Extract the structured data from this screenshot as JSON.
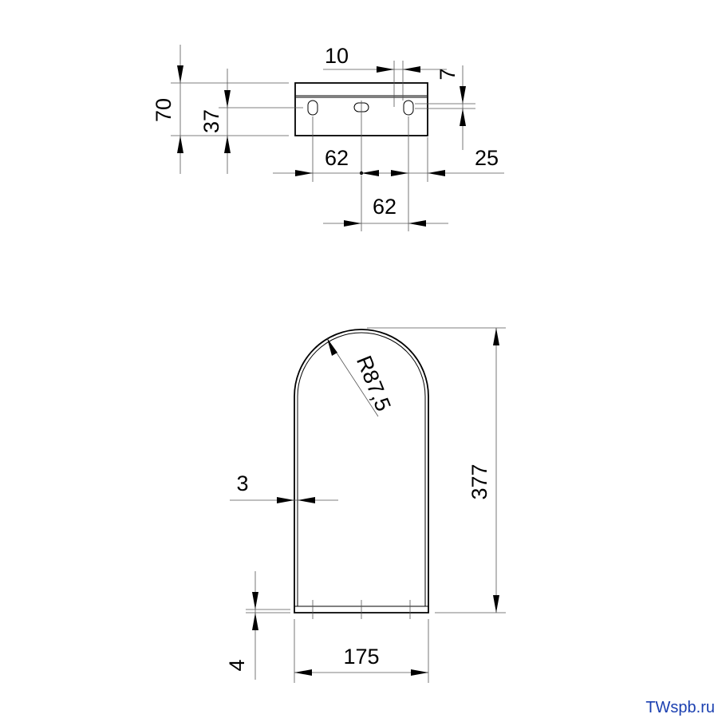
{
  "top_view": {
    "dims": {
      "d10": "10",
      "d7": "7",
      "d70": "70",
      "d37": "37",
      "d62_left": "62",
      "d25": "25",
      "d62_bottom": "62"
    }
  },
  "front_view": {
    "dims": {
      "radius": "R87,5",
      "d3": "3",
      "d377": "377",
      "d4": "4",
      "d175": "175"
    }
  },
  "footer": {
    "site": "TWspb.ru"
  }
}
